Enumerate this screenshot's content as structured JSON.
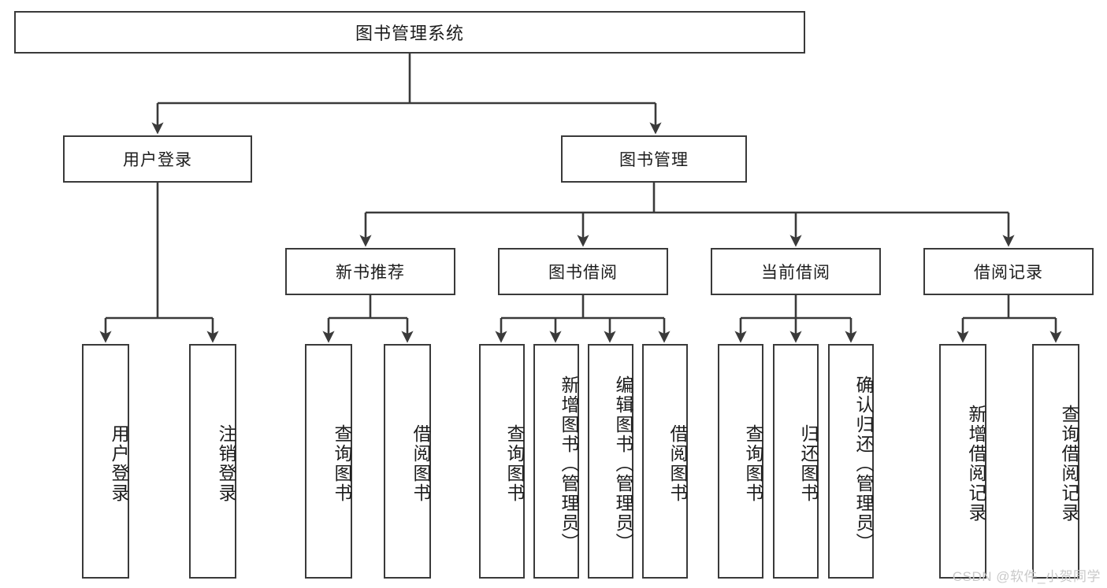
{
  "diagram": {
    "type": "tree-hierarchy-chart",
    "title": "图书管理系统",
    "line_color": "#3a3a3a",
    "box_fill": "#ffffff",
    "text_color": "#1c1c1c",
    "root": {
      "label": "图书管理系统",
      "orientation": "horizontal"
    },
    "level2": [
      {
        "label": "用户登录",
        "orientation": "horizontal"
      },
      {
        "label": "图书管理",
        "orientation": "horizontal"
      }
    ],
    "level3": [
      {
        "label": "新书推荐",
        "orientation": "horizontal"
      },
      {
        "label": "图书借阅",
        "orientation": "horizontal"
      },
      {
        "label": "当前借阅",
        "orientation": "horizontal"
      },
      {
        "label": "借阅记录",
        "orientation": "horizontal"
      }
    ],
    "leaves": {
      "user_login": [
        {
          "label": "用户登录",
          "orientation": "vertical"
        },
        {
          "label": "注销登录",
          "orientation": "vertical"
        }
      ],
      "new_book_recommend": [
        {
          "label": "查询图书",
          "orientation": "vertical"
        },
        {
          "label": "借阅图书",
          "orientation": "vertical"
        }
      ],
      "book_borrow": [
        {
          "label": "查询图书",
          "orientation": "vertical"
        },
        {
          "label": "新增图书（管理员）",
          "orientation": "vertical"
        },
        {
          "label": "编辑图书（管理员）",
          "orientation": "vertical"
        },
        {
          "label": "借阅图书",
          "orientation": "vertical"
        }
      ],
      "current_borrow": [
        {
          "label": "查询图书",
          "orientation": "vertical"
        },
        {
          "label": "归还图书",
          "orientation": "vertical"
        },
        {
          "label": "确认归还（管理员）",
          "orientation": "vertical"
        }
      ],
      "borrow_record": [
        {
          "label": "新增借阅记录",
          "orientation": "vertical"
        },
        {
          "label": "查询借阅记录",
          "orientation": "vertical"
        }
      ]
    }
  },
  "watermark": {
    "text": "CSDN @软件_小贺同学",
    "color": "#c9c9c9"
  }
}
